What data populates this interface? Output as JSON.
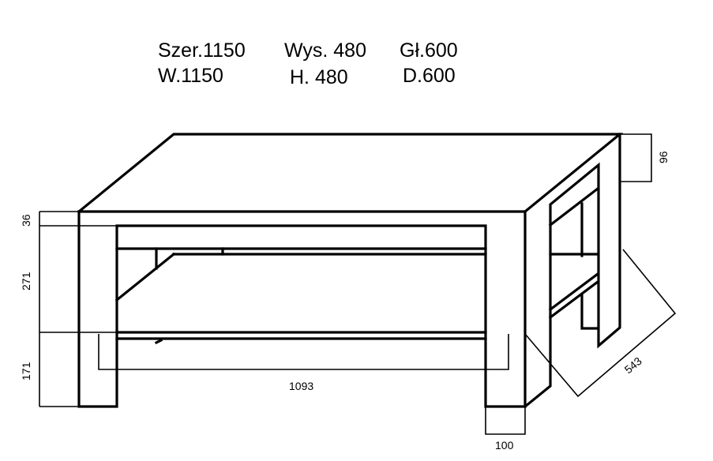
{
  "header": {
    "row1": {
      "width": "Szer.1150",
      "height": "Wys. 480",
      "depth": "Gł.600"
    },
    "row2": {
      "width": "W.1150",
      "height": "H. 480",
      "depth": "D.600"
    }
  },
  "dimensions": {
    "top_thickness": "36",
    "apron_height": "271",
    "shelf_clearance": "171",
    "inner_width": "1093",
    "leg_width": "100",
    "inner_depth": "543",
    "side_top": "96"
  }
}
